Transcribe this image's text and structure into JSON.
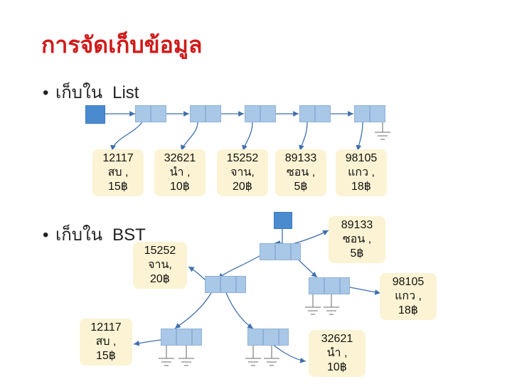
{
  "title": "การจัดเก็บข้อมูล",
  "bullets": {
    "list": {
      "dot": "•",
      "word": "เก็บใน",
      "kind": "List"
    },
    "bst": {
      "dot": "•",
      "word": "เก็บใน",
      "kind": "BST"
    }
  },
  "list_labels": [
    {
      "id": "12117",
      "name": "สบ  ,",
      "price": "15฿"
    },
    {
      "id": "32621",
      "name": "นำ  ,",
      "price": "10฿"
    },
    {
      "id": "15252",
      "name": "จาน,",
      "price": "20฿"
    },
    {
      "id": "89133",
      "name": "ซอน ,",
      "price": "5฿"
    },
    {
      "id": "98105",
      "name": "แกว ,",
      "price": "18฿"
    }
  ],
  "bst_labels": {
    "root": {
      "id": "89133",
      "name": "ซอน  ,",
      "price": "5฿"
    },
    "left": {
      "id": "15252",
      "name": "จาน,",
      "price": "20฿"
    },
    "right": {
      "id": "98105",
      "name": "แกว  ,",
      "price": "18฿"
    },
    "left_left": {
      "id": "12117",
      "name": "สบ   ,",
      "price": "15฿"
    },
    "left_right": {
      "id": "32621",
      "name": "นำ   ,",
      "price": "10฿"
    }
  },
  "colors": {
    "title": "#d11a1a",
    "node": "#a9c8e8",
    "head_node": "#4a8bd0",
    "label_bg": "#fbf3d3",
    "wire": "#3f6fae",
    "ground": "#888888"
  },
  "icons": [
    "ground-icon",
    "arrow-icon"
  ]
}
